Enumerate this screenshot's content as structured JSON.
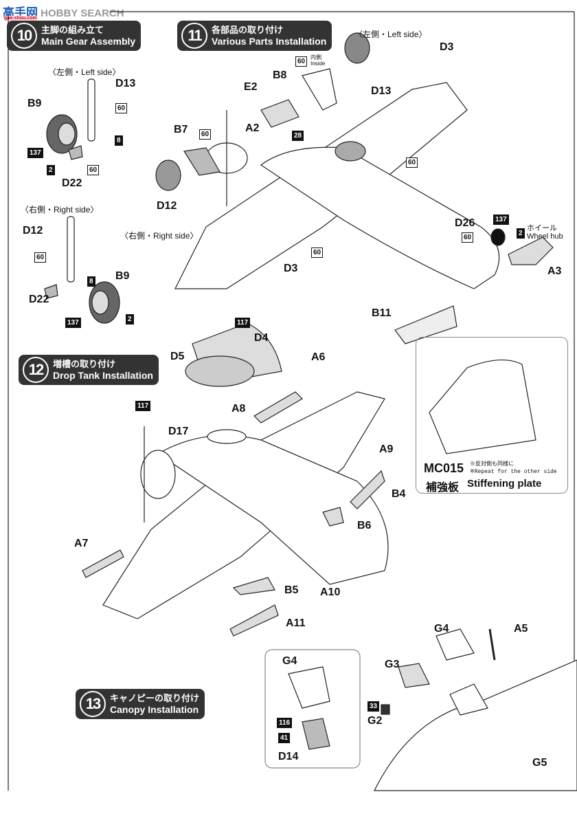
{
  "watermark": {
    "logo_cn": "高手网",
    "brand": "HOBBY SEARCH",
    "domain": "gao-shou.com"
  },
  "steps": [
    {
      "number": "10",
      "title_jp": "主脚の組み立て",
      "title_en": "Main Gear Assembly"
    },
    {
      "number": "11",
      "title_jp": "各部品の取り付け",
      "title_en": "Various Parts Installation"
    },
    {
      "number": "12",
      "title_jp": "増槽の取り付け",
      "title_en": "Drop Tank Installation"
    },
    {
      "number": "13",
      "title_jp": "キャノピーの取り付け",
      "title_en": "Canopy Installation"
    }
  ],
  "step10": {
    "left_side": "〈左側・Left side〉",
    "right_side": "〈右側・Right side〉",
    "labels": [
      "D13",
      "B9",
      "D22",
      "D12",
      "B9",
      "D22"
    ],
    "colors": [
      "60",
      "8",
      "137",
      "2",
      "60",
      "60",
      "8",
      "137",
      "2"
    ]
  },
  "step11": {
    "left_side": "〈左側・Left side〉",
    "right_side": "〈右側・Right side〉",
    "labels": [
      "D3",
      "B8",
      "D13",
      "E2",
      "A2",
      "B7",
      "D12",
      "D3",
      "D26",
      "A3",
      "B11"
    ],
    "colors": [
      "60",
      "60",
      "28",
      "60",
      "60",
      "137",
      "2",
      "60"
    ],
    "inside_jp": "内側",
    "inside_en": "Inside",
    "wheel_hub_jp": "ホイール",
    "wheel_hub_en": "Wheel hub"
  },
  "inset": {
    "part": "MC015",
    "note_jp": "※反対側も同様に",
    "note_en": "※Repeat for the other side",
    "name_jp": "補強板",
    "name_en": "Stiffening plate"
  },
  "step12": {
    "labels": [
      "D4",
      "D5",
      "A6",
      "A8",
      "D17",
      "A9",
      "B4",
      "B6",
      "A7",
      "B5",
      "A10",
      "A11"
    ],
    "colors": [
      "117",
      "117"
    ]
  },
  "step13": {
    "labels": [
      "G4",
      "A5",
      "G4",
      "G3",
      "G2",
      "D14",
      "G5"
    ],
    "colors": [
      "33",
      "116",
      "41"
    ]
  }
}
